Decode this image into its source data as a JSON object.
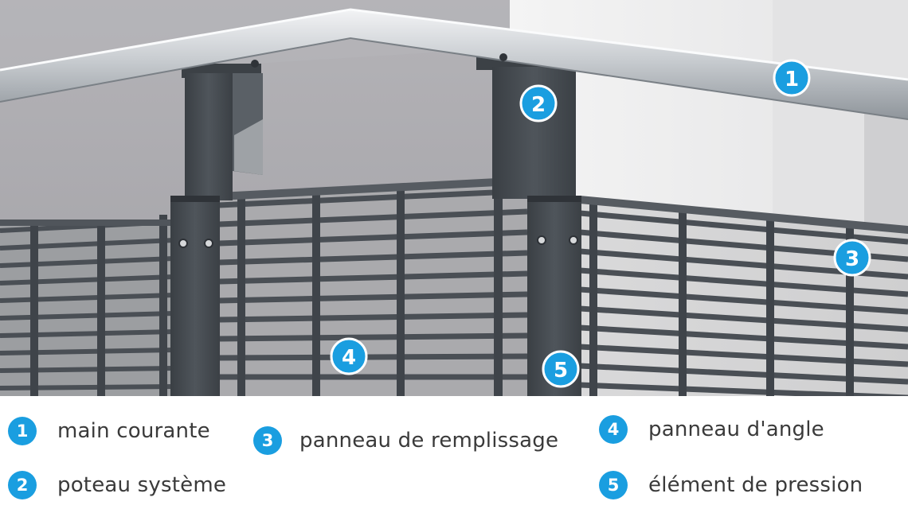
{
  "badges": {
    "1": "1",
    "2": "2",
    "3": "3",
    "4": "4",
    "5": "5"
  },
  "legend": [
    {
      "number": "1",
      "label": "main courante"
    },
    {
      "number": "2",
      "label": "poteau système"
    },
    {
      "number": "3",
      "label": "panneau de remplissage"
    },
    {
      "number": "4",
      "label": "panneau d'angle"
    },
    {
      "number": "5",
      "label": "élément de pression"
    }
  ],
  "colors": {
    "badge": "#1a9ee0",
    "post": "#454a4f",
    "panel": "#4a4f55",
    "handrail": "#d9dde1",
    "wall": "#a9a9ad",
    "legend_text": "#3a3a3a"
  }
}
